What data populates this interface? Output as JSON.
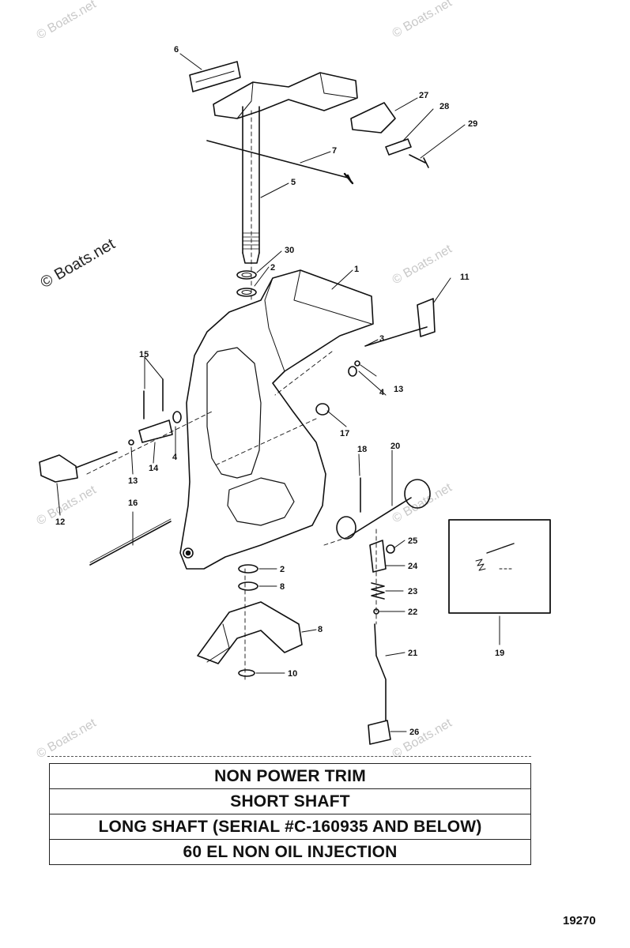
{
  "watermark": {
    "text": "© Boats.net",
    "color": "#c9c9c9"
  },
  "callouts": [
    "1",
    "2",
    "2",
    "3",
    "4",
    "4",
    "5",
    "6",
    "7",
    "8",
    "8",
    "10",
    "11",
    "12",
    "13",
    "13",
    "14",
    "15",
    "16",
    "17",
    "18",
    "19",
    "20",
    "21",
    "22",
    "23",
    "24",
    "25",
    "26",
    "27",
    "28",
    "29",
    "30"
  ],
  "spec_table": {
    "rows": [
      "NON POWER TRIM",
      "SHORT SHAFT",
      "LONG SHAFT (SERIAL #C-160935 AND BELOW)",
      "60 EL NON OIL INJECTION"
    ]
  },
  "figure_number": "19270"
}
